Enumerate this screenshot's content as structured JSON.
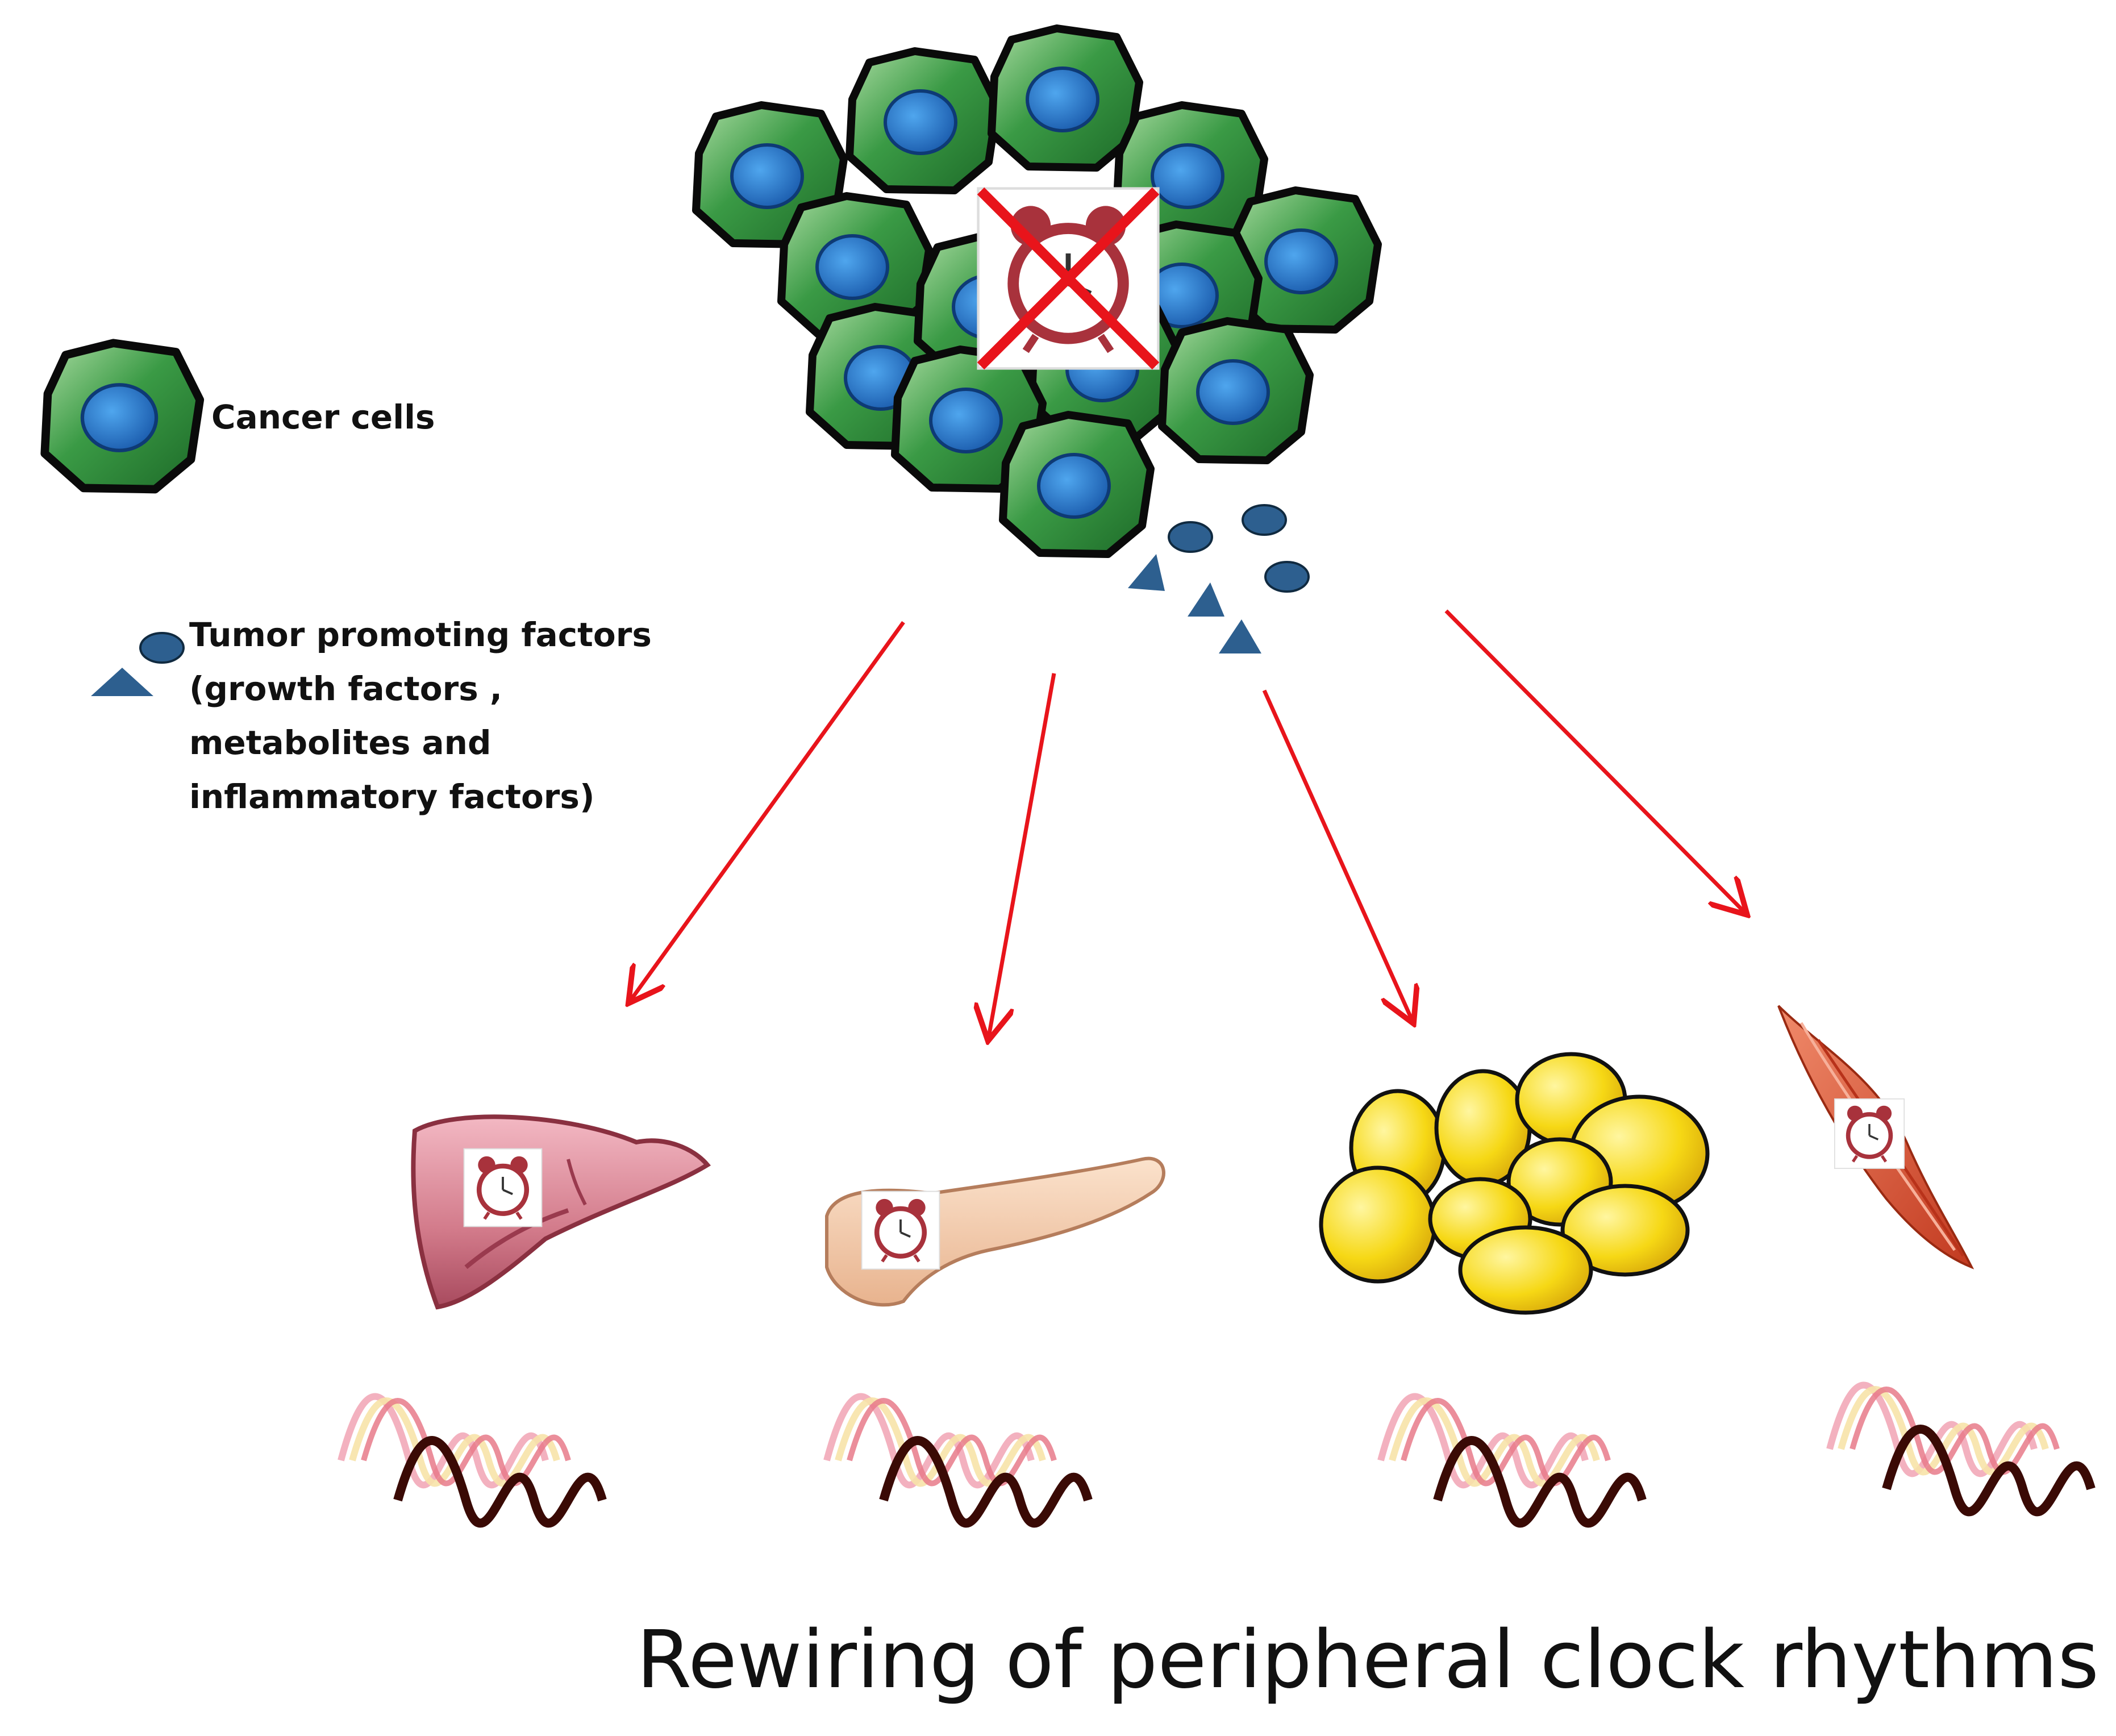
{
  "legend": {
    "cancel_cells": "Cancer cells",
    "factors_lines": [
      "Tumor promoting factors",
      "(growth factors ,",
      "metabolites and",
      "inflammatory factors)"
    ]
  },
  "caption": "Rewiring of peripheral clock rhythms",
  "colors": {
    "cell_fill": "#2e8b3a",
    "cell_highlight": "#9fd39a",
    "nucleus": "#1f6fc4",
    "arrow": "#e8141b",
    "factor": "#2d5f8f",
    "liver": "#c9707f",
    "pancreas": "#f2c9a8",
    "adipose": "#f5d214",
    "muscle": "#d9482b",
    "rhythm_dark": "#3a0a05",
    "rhythm_light": "#f2a8b8"
  },
  "icons": [
    "alarm-clock-icon",
    "crossed-alarm-clock-icon",
    "liver-icon",
    "pancreas-icon",
    "adipose-tissue-icon",
    "muscle-icon",
    "wave-rhythm-icon",
    "arrow-icon"
  ]
}
